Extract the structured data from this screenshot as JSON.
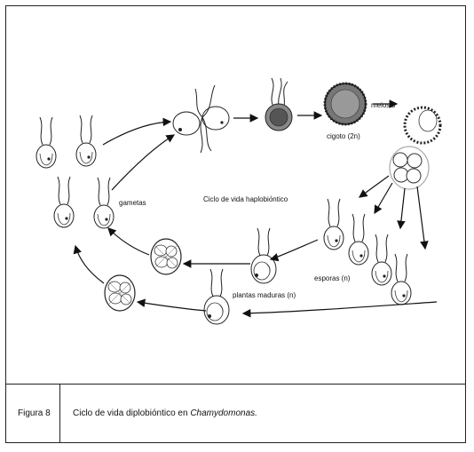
{
  "diagram": {
    "labels": {
      "meiosis": "meiosis",
      "cigoto": "cigoto (2n)",
      "gametas": "gametas",
      "ciclo": "Ciclo de vida haplobiόntico",
      "esporas": "esporas (n)",
      "plantas": "plantas maduras (n)"
    }
  },
  "caption": {
    "figure_number": "Figura 8",
    "text": "Ciclo de vida diplobióntico en ",
    "species": "Chamydomonas."
  }
}
